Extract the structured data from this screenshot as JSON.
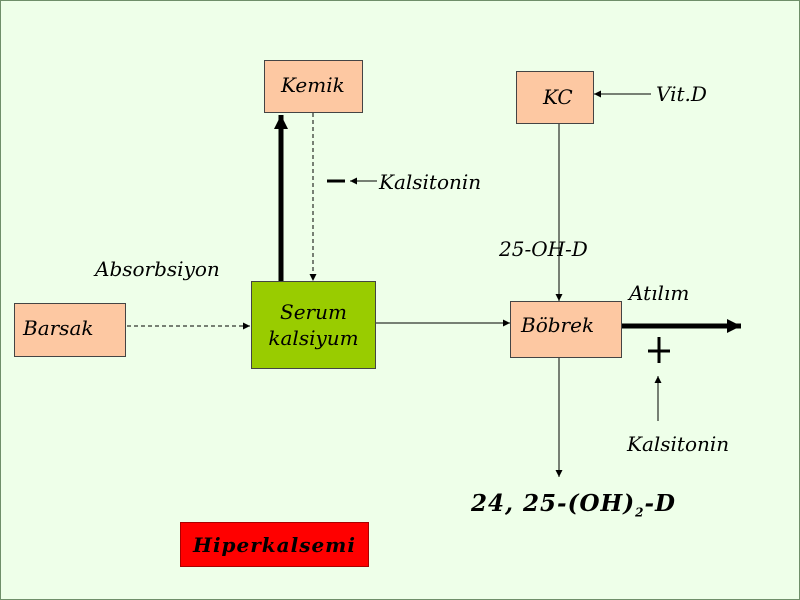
{
  "nodes": {
    "kemik": "Kemik",
    "kc": "KC",
    "barsak": "Barsak",
    "serum_line1": "Serum",
    "serum_line2": "kalsiyum",
    "bobrek": "Böbrek"
  },
  "labels": {
    "vitd": "Vit.D",
    "kalsitonin_top": "Kalsitonin",
    "oh_d": "25-OH-D",
    "absorbsiyon": "Absorbsiyon",
    "atilim": "Atılım",
    "kalsitonin_bottom": "Kalsitonin",
    "minus_sign": "−",
    "plus_sign": "+"
  },
  "formula": {
    "main": "24, 25-(OH)",
    "subscript": "2",
    "suffix": "-D"
  },
  "title": "Hiperkalsemi",
  "colors": {
    "background": "#eeffe9",
    "node_fill": "#fdc8a2",
    "serum_fill": "#99cc00",
    "title_fill": "#ff0000"
  }
}
